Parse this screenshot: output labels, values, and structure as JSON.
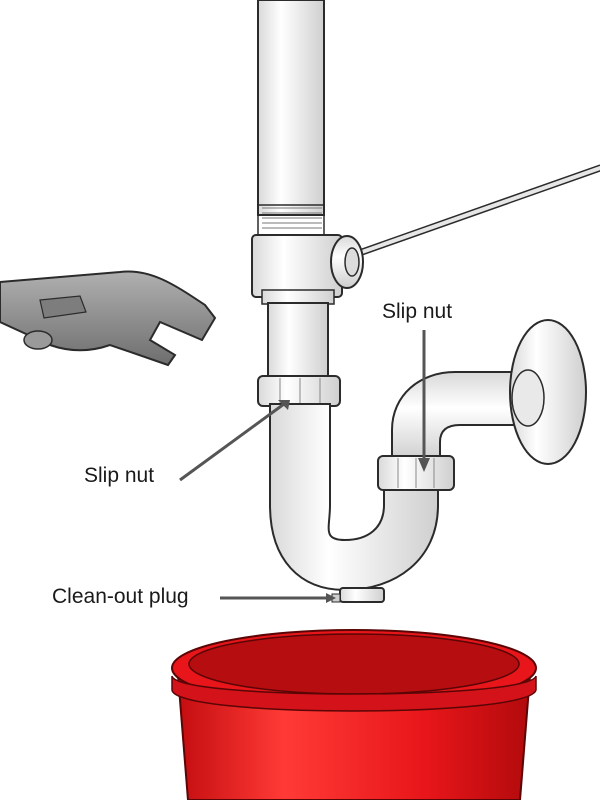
{
  "labels": {
    "slip_nut_right": "Slip nut",
    "slip_nut_left": "Slip nut",
    "clean_out_plug": "Clean-out plug"
  },
  "colors": {
    "pipe": "#f4f4f4",
    "outline": "#2b2b2b",
    "bucket": "#e8161a",
    "wrench": "#8c8c8c",
    "arrow": "#555555"
  }
}
